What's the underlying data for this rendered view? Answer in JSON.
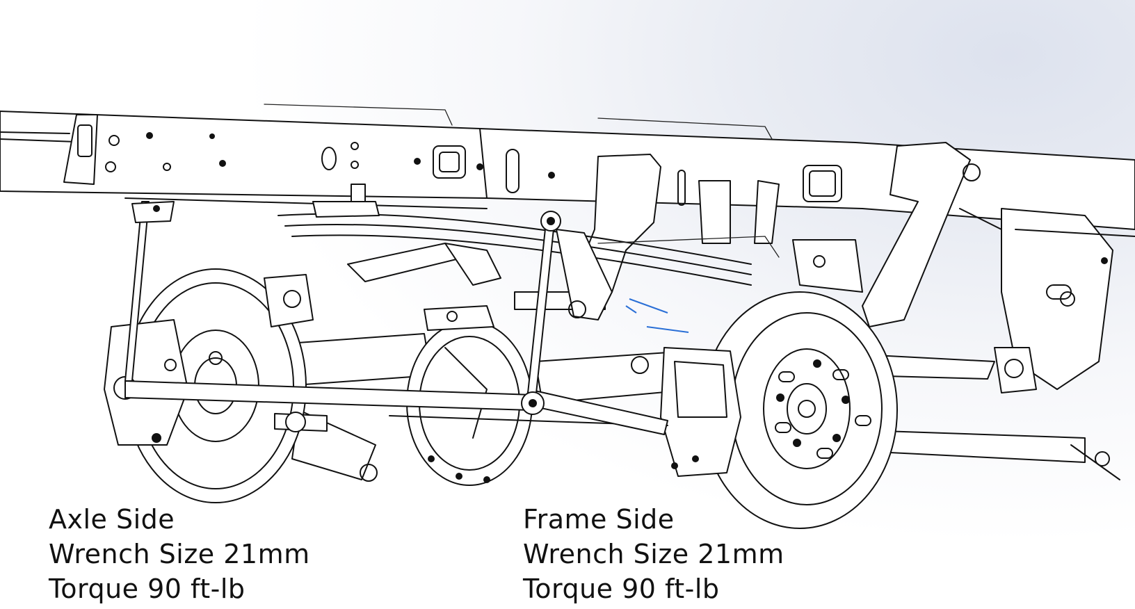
{
  "callouts": {
    "axle_side": {
      "title": "Axle Side",
      "wrench": "Wrench Size 21mm",
      "torque": "Torque 90 ft-lb"
    },
    "frame_side": {
      "title": "Frame Side",
      "wrench": "Wrench Size 21mm",
      "torque": "Torque 90 ft-lb"
    }
  },
  "colors": {
    "line": "#111111",
    "background_tint": "#dde2ee",
    "accent_blue": "#2a6fd6"
  }
}
